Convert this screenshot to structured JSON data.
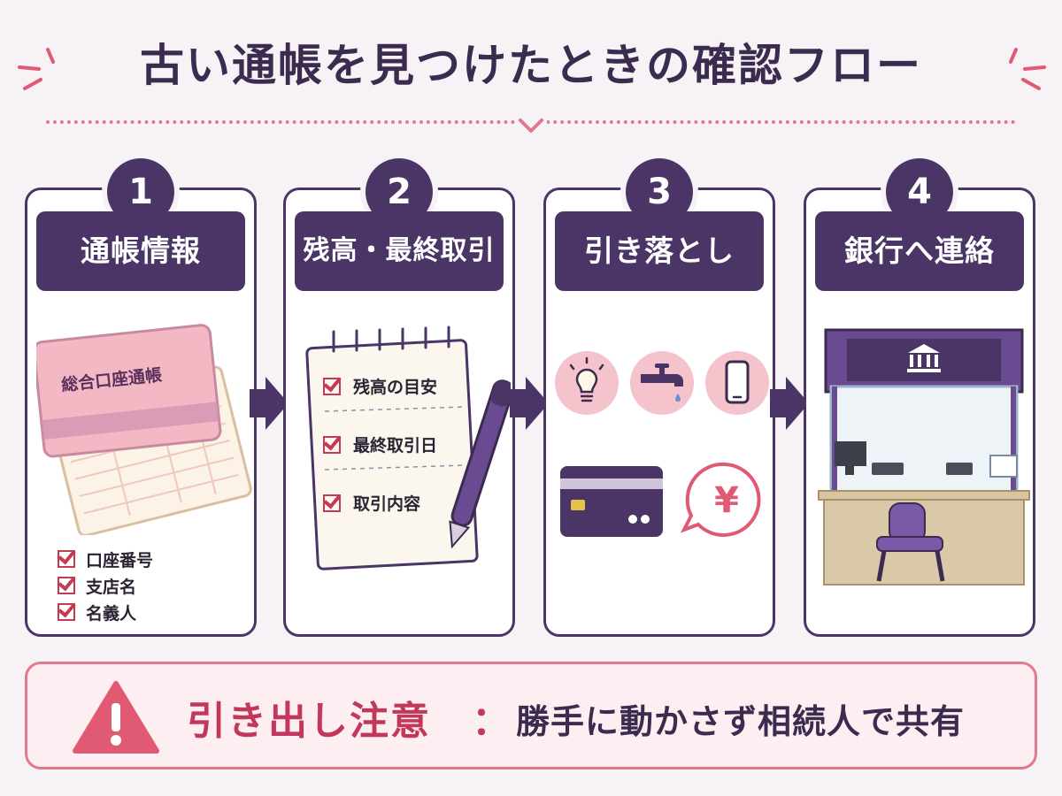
{
  "title": "古い通帳を見つけたときの確認フロー",
  "steps": [
    {
      "number": "1",
      "heading": "通帳情報",
      "bankbook_label": "総合口座通帳",
      "checklist": [
        "口座番号",
        "支店名",
        "名義人"
      ]
    },
    {
      "number": "2",
      "heading": "残高・最終取引",
      "checklist": [
        "残高の目安",
        "最終取引日",
        "取引内容"
      ]
    },
    {
      "number": "3",
      "heading": "引き落とし",
      "icons": [
        "lightbulb-icon",
        "water-faucet-icon",
        "smartphone-icon",
        "credit-card-icon",
        "yen-bubble-icon"
      ],
      "yen_symbol": "¥"
    },
    {
      "number": "4",
      "heading": "銀行へ連絡",
      "icons": [
        "bank-icon",
        "monitor-icon",
        "chair-icon"
      ]
    }
  ],
  "warning": {
    "heading": "引き出し注意",
    "colon": "：",
    "body": "勝手に動かさず相続人で共有"
  },
  "colors": {
    "primary": "#4a3566",
    "accent": "#e07a8a",
    "warning_text": "#c2385a",
    "background": "#f7f2f5"
  }
}
